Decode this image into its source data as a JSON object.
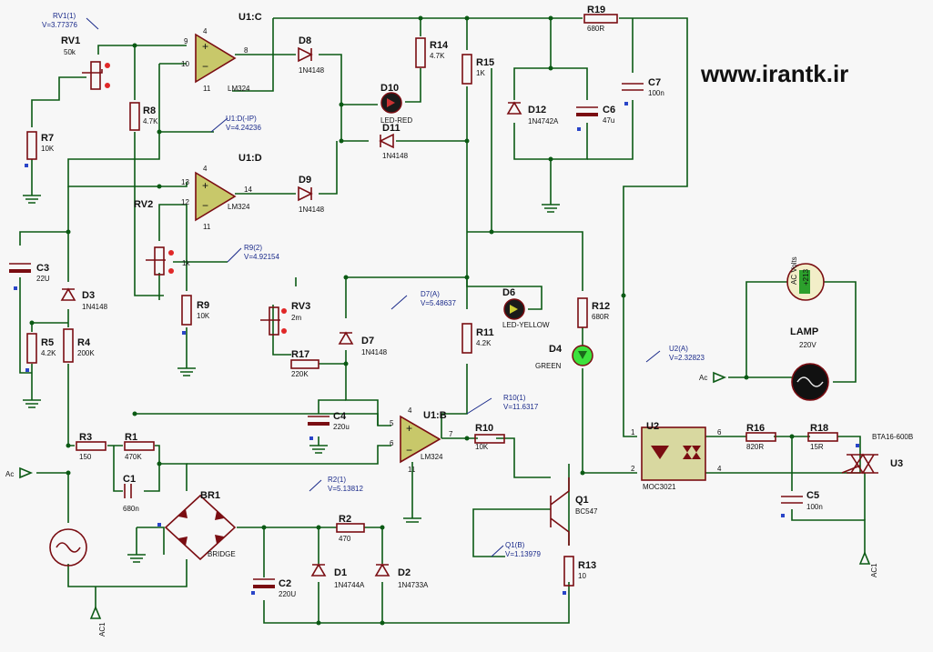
{
  "watermark": "www.irantk.ir",
  "components": {
    "RV1": {
      "ref": "RV1",
      "value": "50k"
    },
    "RV2": {
      "ref": "RV2",
      "value": "1k"
    },
    "RV3": {
      "ref": "RV3",
      "value": "2m"
    },
    "R1": {
      "ref": "R1",
      "value": "470K"
    },
    "R2": {
      "ref": "R2",
      "value": "470"
    },
    "R3": {
      "ref": "R3",
      "value": "150"
    },
    "R4": {
      "ref": "R4",
      "value": "200K"
    },
    "R5": {
      "ref": "R5",
      "value": "4.2K"
    },
    "R7": {
      "ref": "R7",
      "value": "10K"
    },
    "R8": {
      "ref": "R8",
      "value": "4.7K"
    },
    "R9": {
      "ref": "R9",
      "value": "10K"
    },
    "R10": {
      "ref": "R10",
      "value": "10K"
    },
    "R11": {
      "ref": "R11",
      "value": "4.2K"
    },
    "R12": {
      "ref": "R12",
      "value": "680R"
    },
    "R13": {
      "ref": "R13",
      "value": "10"
    },
    "R14": {
      "ref": "R14",
      "value": "4.7K"
    },
    "R15": {
      "ref": "R15",
      "value": "1K"
    },
    "R16": {
      "ref": "R16",
      "value": "820R"
    },
    "R17": {
      "ref": "R17",
      "value": "220K"
    },
    "R18": {
      "ref": "R18",
      "value": "15R"
    },
    "R19": {
      "ref": "R19",
      "value": "680R"
    },
    "C1": {
      "ref": "C1",
      "value": "680n"
    },
    "C2": {
      "ref": "C2",
      "value": "220U"
    },
    "C3": {
      "ref": "C3",
      "value": "22U"
    },
    "C4": {
      "ref": "C4",
      "value": "220u"
    },
    "C5": {
      "ref": "C5",
      "value": "100n"
    },
    "C6": {
      "ref": "C6",
      "value": "47u"
    },
    "C7": {
      "ref": "C7",
      "value": "100n"
    },
    "D1": {
      "ref": "D1",
      "value": "1N4744A"
    },
    "D2": {
      "ref": "D2",
      "value": "1N4733A"
    },
    "D3": {
      "ref": "D3",
      "value": "1N4148"
    },
    "D4": {
      "ref": "D4",
      "value": "GREEN"
    },
    "D6": {
      "ref": "D6",
      "value": "LED-YELLOW"
    },
    "D7": {
      "ref": "D7",
      "value": "1N4148"
    },
    "D8": {
      "ref": "D8",
      "value": "1N4148"
    },
    "D9": {
      "ref": "D9",
      "value": "1N4148"
    },
    "D10": {
      "ref": "D10",
      "value": "LED-RED"
    },
    "D11": {
      "ref": "D11",
      "value": "1N4148"
    },
    "D12": {
      "ref": "D12",
      "value": "1N4742A"
    },
    "U1C": {
      "ref": "U1:C",
      "value": "LM324",
      "pins": [
        "9",
        "10",
        "8",
        "4",
        "11"
      ]
    },
    "U1D": {
      "ref": "U1:D",
      "value": "LM324",
      "pins": [
        "13",
        "12",
        "14",
        "4",
        "11"
      ]
    },
    "U1B": {
      "ref": "U1:B",
      "value": "LM324",
      "pins": [
        "5",
        "6",
        "7",
        "4",
        "11"
      ]
    },
    "U2": {
      "ref": "U2",
      "value": "MOC3021",
      "pins": [
        "1",
        "2",
        "6",
        "4"
      ]
    },
    "U3": {
      "ref": "U3",
      "value": "BTA16-600B"
    },
    "Q1": {
      "ref": "Q1",
      "value": "BC547"
    },
    "BR1": {
      "ref": "BR1",
      "value": "BRIDGE"
    },
    "LAMP": {
      "ref": "LAMP",
      "value": "220V"
    },
    "VOLT": {
      "value": "AC Volts",
      "reading": "+213"
    }
  },
  "probes": {
    "RV1_1": {
      "name": "RV1(1)",
      "value": "V=3.77376"
    },
    "U1D_IP": {
      "name": "U1:D(-IP)",
      "value": "V=4.24236"
    },
    "R9_2": {
      "name": "R9(2)",
      "value": "V=4.92154"
    },
    "D7_A": {
      "name": "D7(A)",
      "value": "V=5.48637"
    },
    "R10_1": {
      "name": "R10(1)",
      "value": "V=11.6317"
    },
    "R2_1": {
      "name": "R2(1)",
      "value": "V=5.13812"
    },
    "Q1_B": {
      "name": "Q1(B)",
      "value": "V=1.13979"
    },
    "U2_A": {
      "name": "U2(A)",
      "value": "V=2.32823"
    }
  },
  "terminals": {
    "ac_in": "Ac",
    "ac_lamp": "Ac",
    "ac1_bottom": "AC1",
    "ac1_right": "AC1"
  }
}
